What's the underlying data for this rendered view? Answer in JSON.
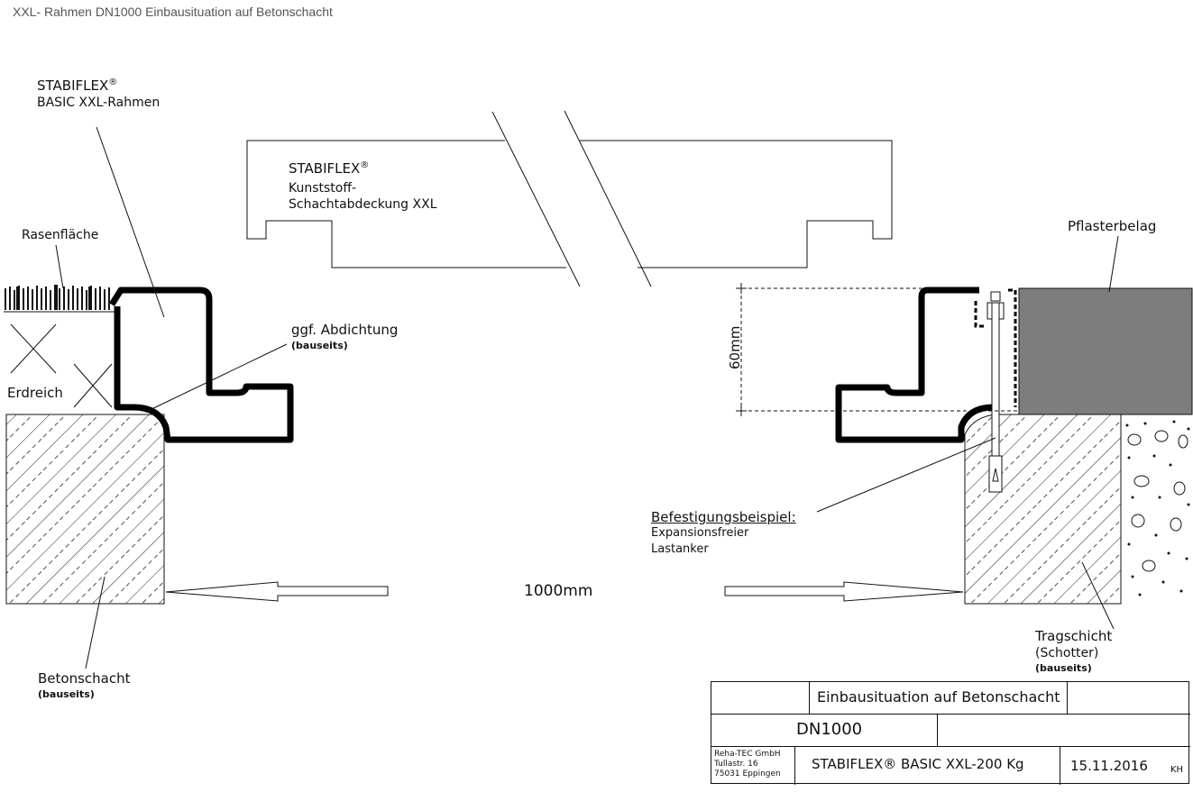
{
  "page_title": "XXL- Rahmen DN1000 Einbausituation auf Betonschacht",
  "labels": {
    "frame_brand": "STABIFLEX",
    "reg_mark": "®",
    "frame_product": "BASIC XXL-Rahmen",
    "cover_brand": "STABIFLEX",
    "cover_line1": "Kunststoff-",
    "cover_line2": "Schachtabdeckung  XXL",
    "lawn": "Rasenfläche",
    "soil": "Erdreich",
    "seal_line1": "ggf. Abdichtung",
    "seal_line2": "(bauseits)",
    "paving": "Pflasterbelag",
    "height_dim": "60mm",
    "fastening_title": "Befestigungsbeispiel:",
    "fastening_line1": "Expansionsfreier",
    "fastening_line2": "Lastanker",
    "width_dim": "1000mm",
    "base_line1": "Tragschicht",
    "base_line2": "(Schotter)",
    "base_line3": "(bauseits)",
    "shaft_line1": "Betonschacht",
    "shaft_line2": "(bauseits)"
  },
  "title_block": {
    "heading": "Einbausituation auf Betonschacht",
    "size": "DN1000",
    "company_line1": "Reha-TEC GmbH",
    "company_line2": "Tullastr. 16",
    "company_line3": "75031 Eppingen",
    "product": "STABIFLEX® BASIC XXL-200 Kg",
    "date": "15.11.2016",
    "initials": "KH"
  },
  "colors": {
    "line": "#111111",
    "paving_fill": "#7d7d7d",
    "title_text": "#555555"
  }
}
